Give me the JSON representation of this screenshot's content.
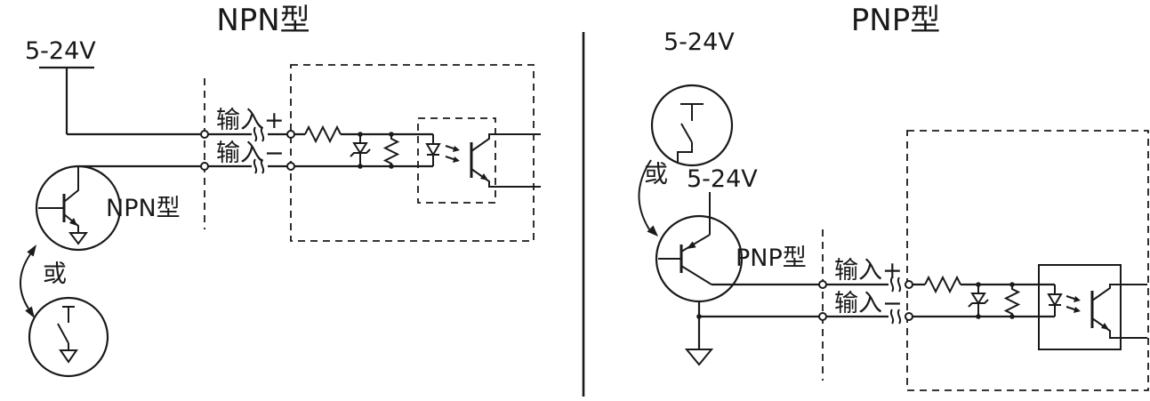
{
  "page": {
    "background": "#ffffff",
    "line_color": "#1a1a1a"
  },
  "npn": {
    "title": "NPN型",
    "supply_label": "5-24V",
    "input_plus_label": "输入+",
    "input_minus_label": "输入−",
    "transistor_label": "NPN型",
    "or_label": "或"
  },
  "pnp": {
    "title": "PNP型",
    "switch_supply_label": "5-24V",
    "transistor_supply_label": "5-24V",
    "input_plus_label": "输入+",
    "input_minus_label": "输入−",
    "transistor_label": "PNP型",
    "or_label": "或"
  }
}
